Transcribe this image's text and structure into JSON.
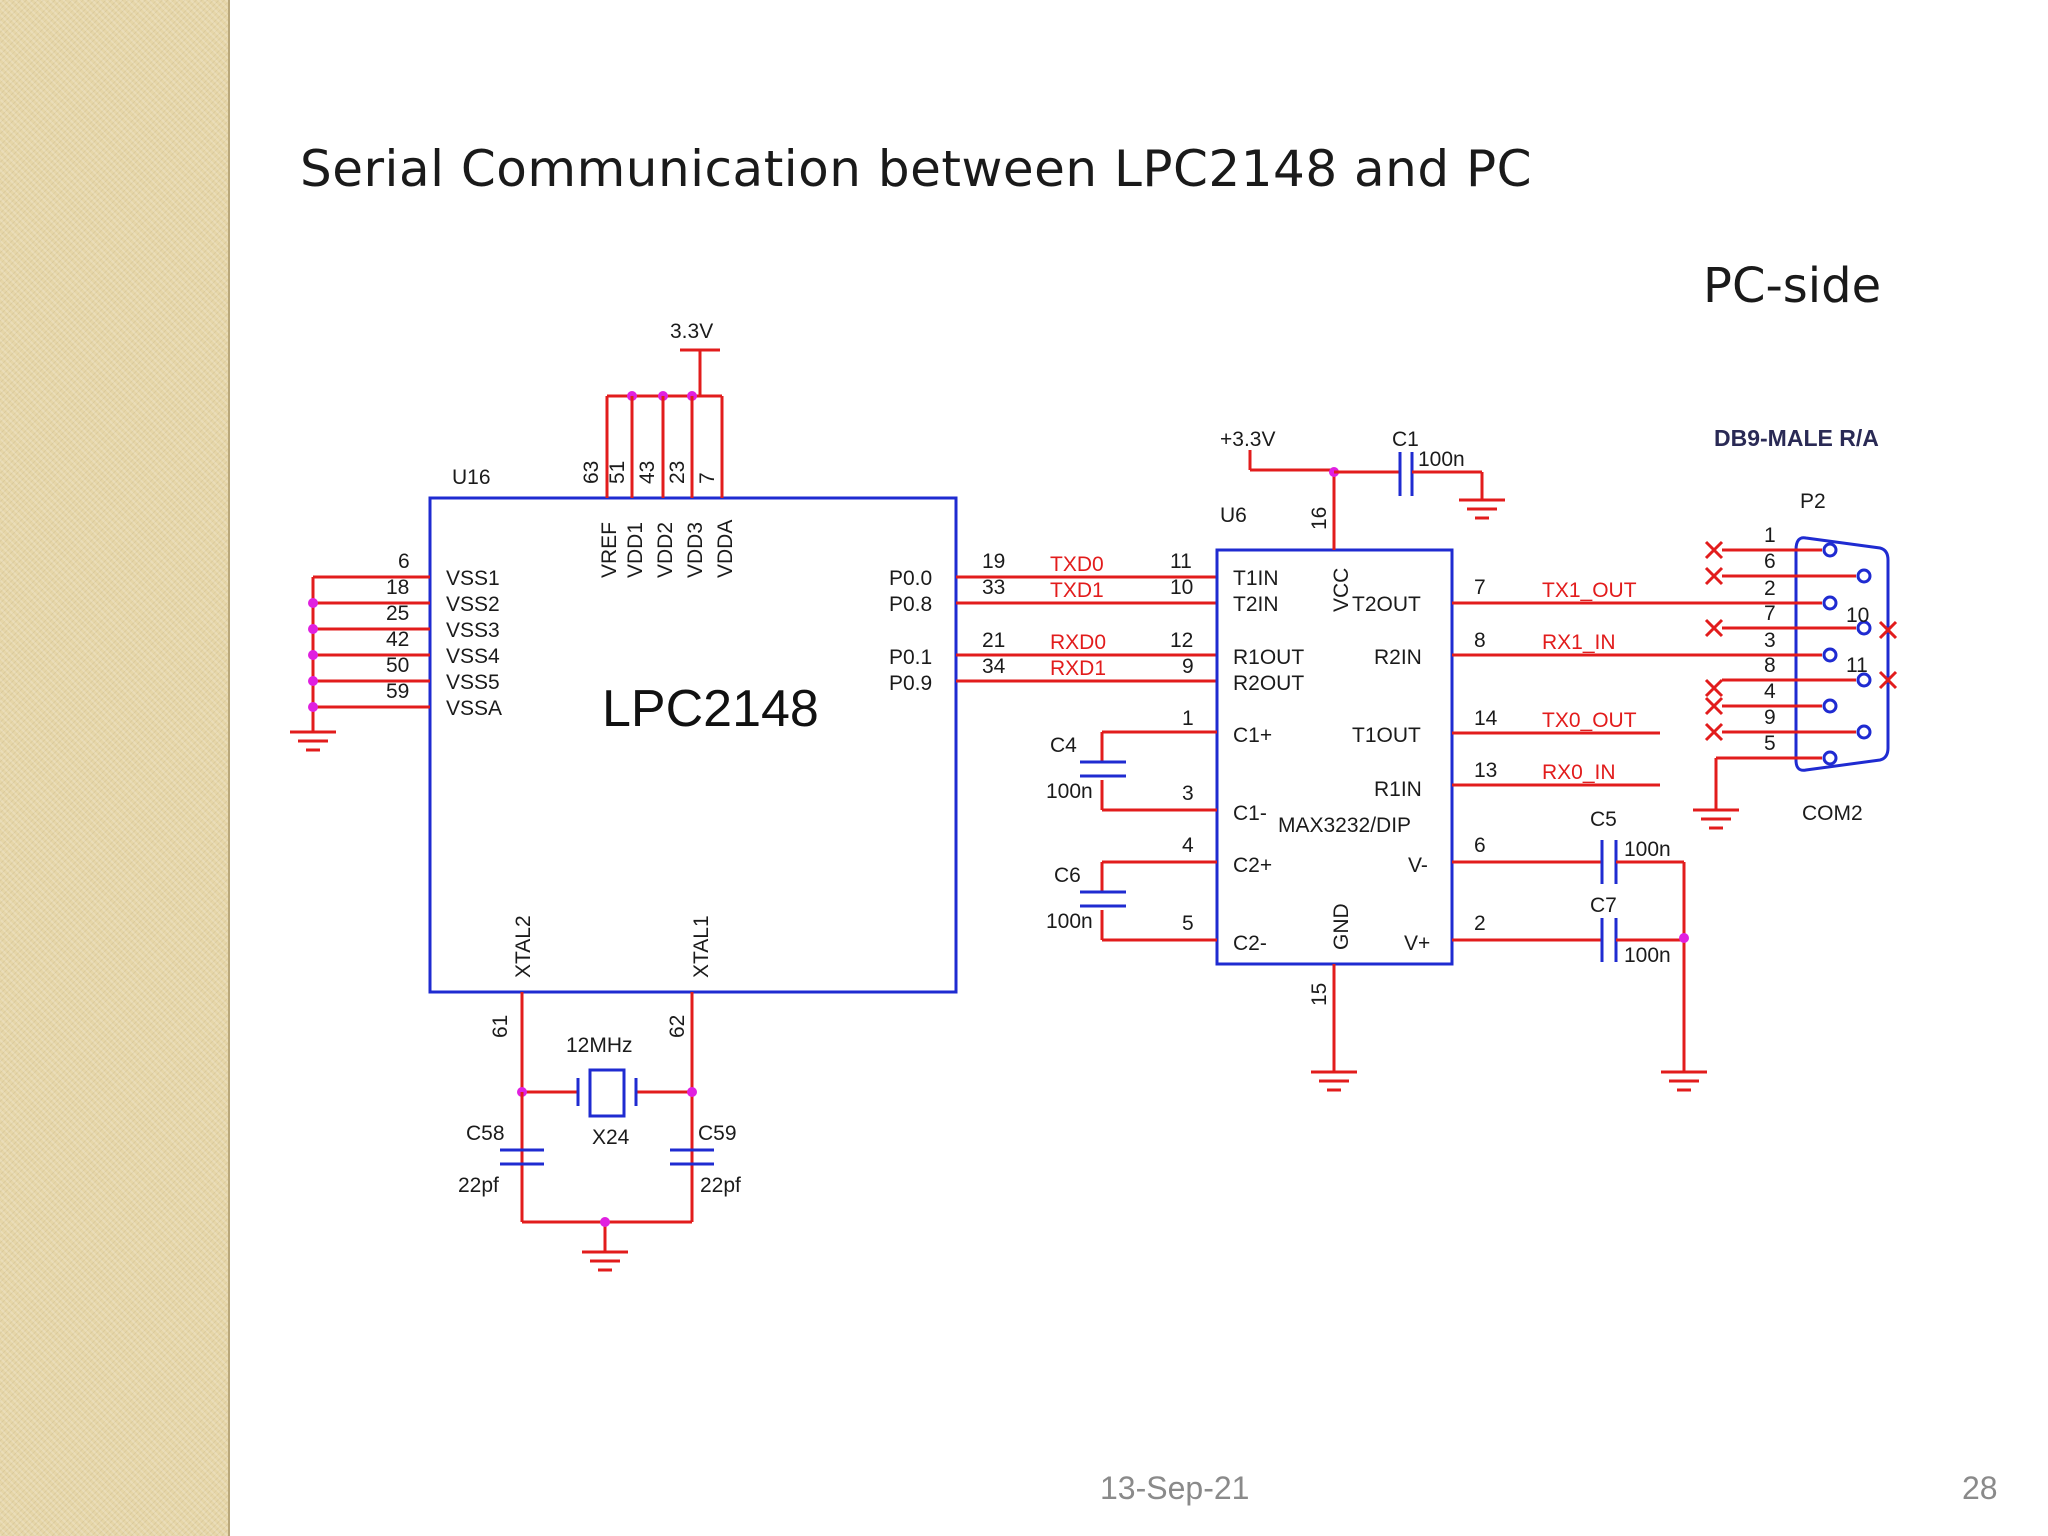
{
  "slide": {
    "title": "Serial Communication between LPC2148 and PC",
    "pc_side_label": "PC-side",
    "footer_date": "13-Sep-21",
    "page_number": "28"
  },
  "lpc": {
    "ref": "U16",
    "name": "LPC2148",
    "supply": "3.3V",
    "vss_pins": [
      {
        "num": "6",
        "name": "VSS1"
      },
      {
        "num": "18",
        "name": "VSS2"
      },
      {
        "num": "25",
        "name": "VSS3"
      },
      {
        "num": "42",
        "name": "VSS4"
      },
      {
        "num": "50",
        "name": "VSS5"
      },
      {
        "num": "59",
        "name": "VSSA"
      }
    ],
    "top_pins": [
      {
        "num": "63",
        "name": "VREF"
      },
      {
        "num": "51",
        "name": "VDD1"
      },
      {
        "num": "43",
        "name": "VDD2"
      },
      {
        "num": "23",
        "name": "VDD3"
      },
      {
        "num": "7",
        "name": "VDDA"
      }
    ],
    "right_pins": [
      {
        "num": "19",
        "name": "P0.0",
        "signal": "TXD0"
      },
      {
        "num": "33",
        "name": "P0.8",
        "signal": "TXD1"
      },
      {
        "num": "21",
        "name": "P0.1",
        "signal": "RXD0"
      },
      {
        "num": "34",
        "name": "P0.9",
        "signal": "RXD1"
      }
    ],
    "xtal2": {
      "num": "61",
      "name": "XTAL2"
    },
    "xtal1": {
      "num": "62",
      "name": "XTAL1"
    }
  },
  "crystal": {
    "freq": "12MHz",
    "ref": "X24"
  },
  "caps": {
    "c58": {
      "ref": "C58",
      "value": "22pf"
    },
    "c59": {
      "ref": "C59",
      "value": "22pf"
    },
    "c1": {
      "ref": "C1",
      "value": "100n"
    },
    "c4": {
      "ref": "C4",
      "value": "100n"
    },
    "c6": {
      "ref": "C6",
      "value": "100n"
    },
    "c5": {
      "ref": "C5",
      "value": "100n"
    },
    "c7": {
      "ref": "C7",
      "value": "100n"
    }
  },
  "max": {
    "ref": "U6",
    "name": "MAX3232/DIP",
    "supply": "+3.3V",
    "vcc": {
      "num": "16",
      "name": "VCC"
    },
    "gnd": {
      "num": "15",
      "name": "GND"
    },
    "left_pins": [
      {
        "num": "11",
        "name": "T1IN"
      },
      {
        "num": "10",
        "name": "T2IN"
      },
      {
        "num": "12",
        "name": "R1OUT"
      },
      {
        "num": "9",
        "name": "R2OUT"
      },
      {
        "num": "1",
        "name": "C1+"
      },
      {
        "num": "3",
        "name": "C1-"
      },
      {
        "num": "4",
        "name": "C2+"
      },
      {
        "num": "5",
        "name": "C2-"
      }
    ],
    "right_pins": [
      {
        "num": "7",
        "name": "T2OUT",
        "signal": "TX1_OUT"
      },
      {
        "num": "8",
        "name": "R2IN",
        "signal": "RX1_IN"
      },
      {
        "num": "14",
        "name": "T1OUT",
        "signal": "TX0_OUT"
      },
      {
        "num": "13",
        "name": "R1IN",
        "signal": "RX0_IN"
      },
      {
        "num": "6",
        "name": "V-"
      },
      {
        "num": "2",
        "name": "V+"
      }
    ]
  },
  "db9": {
    "title": "DB9-MALE R/A",
    "ref": "P2",
    "name": "COM2",
    "pins": [
      "1",
      "6",
      "2",
      "7",
      "3",
      "8",
      "4",
      "9",
      "5",
      "10",
      "11"
    ]
  }
}
